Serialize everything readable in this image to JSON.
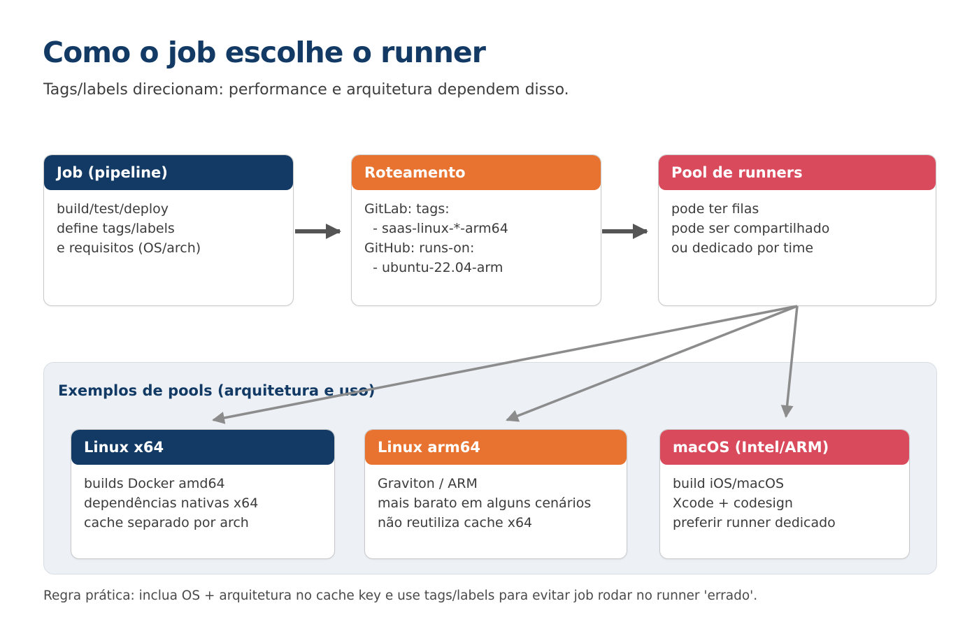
{
  "page": {
    "title": "Como o job escolhe o runner",
    "subtitle": "Tags/labels direcionam: performance e arquitetura dependem disso.",
    "footer": "Regra prática: inclua OS + arquitetura no cache key e use tags/labels para evitar job rodar no runner 'errado'."
  },
  "colors": {
    "navy": "#123a64",
    "orange": "#e8722f",
    "red": "#d94a5c",
    "panel_bg": "#edf1f6",
    "flow_arrow": "#555555",
    "fanout_arrow": "#8c8c8c",
    "body_text": "#3b3b3b"
  },
  "flow_cards": [
    {
      "id": "job-pipeline",
      "title": "Job (pipeline)",
      "color": "#123a64",
      "lines": [
        "build/test/deploy",
        "define tags/labels",
        "e requisitos (OS/arch)"
      ]
    },
    {
      "id": "roteamento",
      "title": "Roteamento",
      "color": "#e8722f",
      "lines": [
        "GitLab: tags:",
        "  - saas-linux-*-arm64",
        "GitHub: runs-on:",
        "  - ubuntu-22.04-arm"
      ]
    },
    {
      "id": "pool-de-runners",
      "title": "Pool de runners",
      "color": "#d94a5c",
      "lines": [
        "pode ter filas",
        "pode ser compartilhado",
        "ou dedicado por time"
      ]
    }
  ],
  "examples_panel": {
    "title": "Exemplos de pools (arquitetura e uso)",
    "cards": [
      {
        "id": "linux-x64",
        "title": "Linux x64",
        "color": "#123a64",
        "lines": [
          "builds Docker amd64",
          "dependências nativas x64",
          "cache separado por arch"
        ]
      },
      {
        "id": "linux-arm64",
        "title": "Linux arm64",
        "color": "#e8722f",
        "lines": [
          "Graviton / ARM",
          "mais barato em alguns cenários",
          "não reutiliza cache x64"
        ]
      },
      {
        "id": "macos-intel-arm",
        "title": "macOS (Intel/ARM)",
        "color": "#d94a5c",
        "lines": [
          "build iOS/macOS",
          "Xcode + codesign",
          "preferir runner dedicado"
        ]
      }
    ]
  }
}
